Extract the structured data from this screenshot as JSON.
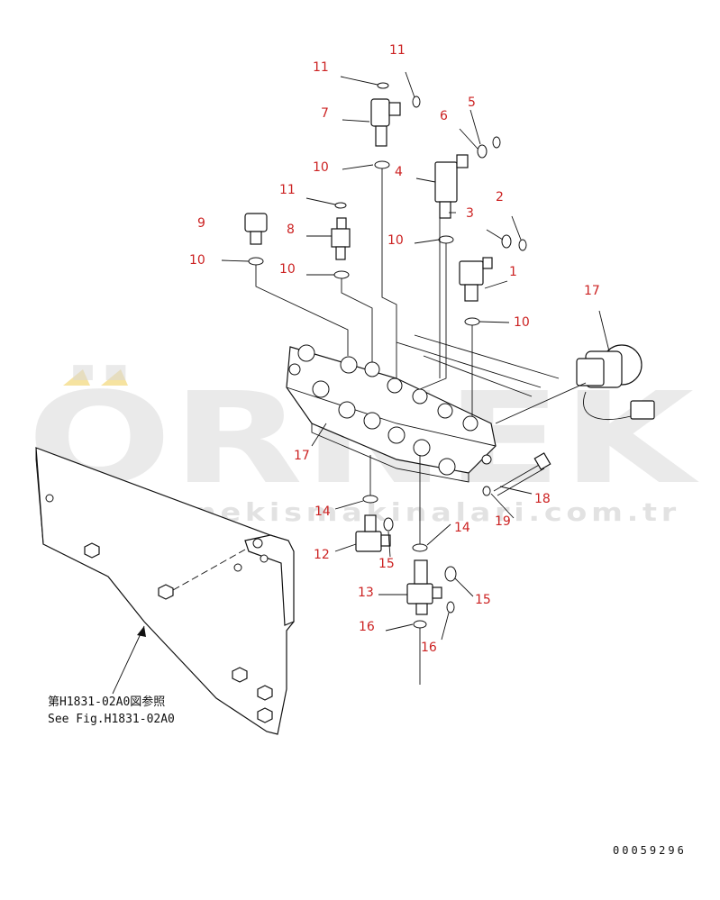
{
  "watermark": {
    "brand": "ÖRNEK",
    "url": "www.ornekismakinalari.com.tr",
    "accent_color": "#f0d060"
  },
  "reference": {
    "line1": "第H1831-02A0図参照",
    "line2": "See Fig.H1831-02A0"
  },
  "diagram_code": "00059296",
  "callouts": [
    {
      "id": "c11a",
      "text": "11"
    },
    {
      "id": "c11b",
      "text": "11"
    },
    {
      "id": "c7",
      "text": "7"
    },
    {
      "id": "c5",
      "text": "5"
    },
    {
      "id": "c6",
      "text": "6"
    },
    {
      "id": "c10a",
      "text": "10"
    },
    {
      "id": "c4",
      "text": "4"
    },
    {
      "id": "c11c",
      "text": "11"
    },
    {
      "id": "c2",
      "text": "2"
    },
    {
      "id": "c9",
      "text": "9"
    },
    {
      "id": "c8",
      "text": "8"
    },
    {
      "id": "c3",
      "text": "3"
    },
    {
      "id": "c10b",
      "text": "10"
    },
    {
      "id": "c10c",
      "text": "10"
    },
    {
      "id": "c10d",
      "text": "10"
    },
    {
      "id": "c1",
      "text": "1"
    },
    {
      "id": "c17a",
      "text": "17"
    },
    {
      "id": "c10e",
      "text": "10"
    },
    {
      "id": "c17b",
      "text": "17"
    },
    {
      "id": "c18",
      "text": "18"
    },
    {
      "id": "c14a",
      "text": "14"
    },
    {
      "id": "c19",
      "text": "19"
    },
    {
      "id": "c14b",
      "text": "14"
    },
    {
      "id": "c12",
      "text": "12"
    },
    {
      "id": "c15a",
      "text": "15"
    },
    {
      "id": "c13",
      "text": "13"
    },
    {
      "id": "c15b",
      "text": "15"
    },
    {
      "id": "c16a",
      "text": "16"
    },
    {
      "id": "c16b",
      "text": "16"
    }
  ]
}
